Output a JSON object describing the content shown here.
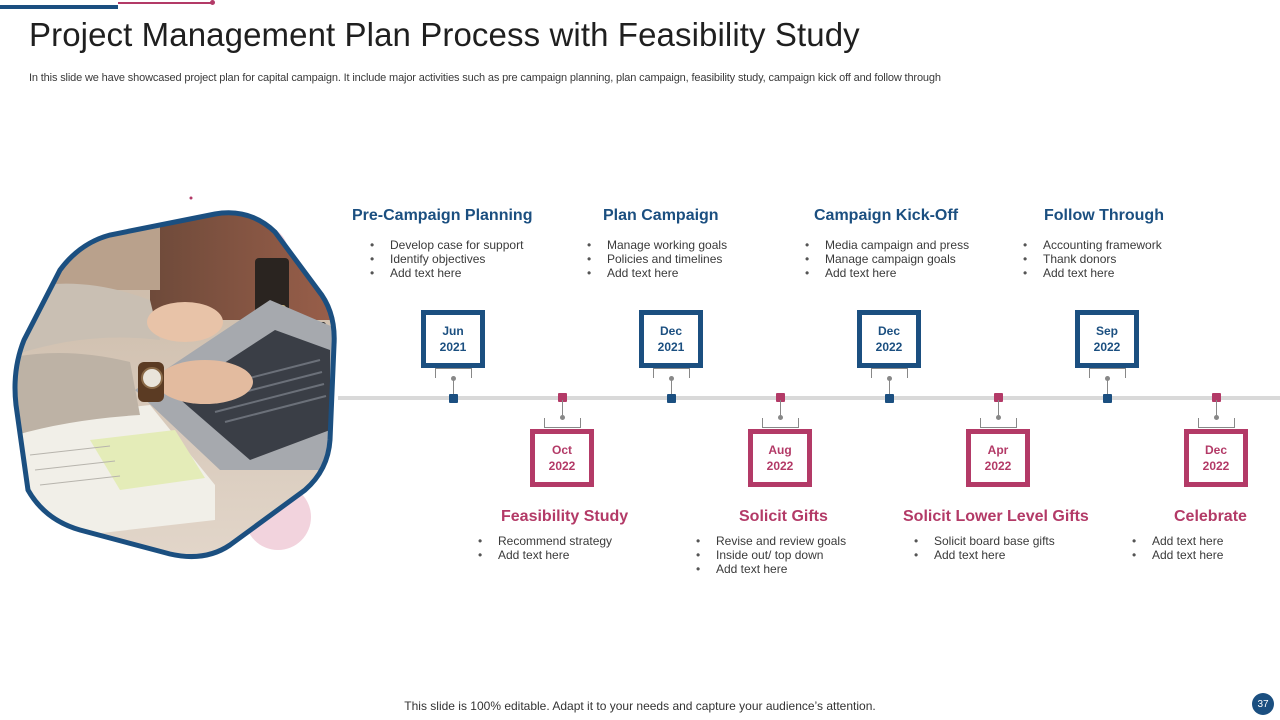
{
  "slide": {
    "title": "Project Management Plan Process with Feasibility Study",
    "subtitle": "In this slide we have showcased project plan for capital campaign. It include major activities such as pre campaign planning, plan campaign, feasibility study, campaign kick off and follow through",
    "footer": "This slide is 100% editable. Adapt it to your needs and capture your audience’s attention.",
    "page_number": "37"
  },
  "colors": {
    "blue": "#1b4f80",
    "pink": "#b33a67",
    "line": "#d9d9d9"
  },
  "top_phases": [
    {
      "title": "Pre-Campaign Planning",
      "month": "Jun",
      "year": "2021",
      "bullets": [
        "Develop case for support",
        "Identify objectives",
        "Add text here"
      ]
    },
    {
      "title": "Plan Campaign",
      "month": "Dec",
      "year": "2021",
      "bullets": [
        "Manage working goals",
        "Policies and timelines",
        "Add text here"
      ]
    },
    {
      "title": "Campaign Kick-Off",
      "month": "Dec",
      "year": "2022",
      "bullets": [
        "Media campaign and press",
        "Manage campaign goals",
        "Add text here"
      ]
    },
    {
      "title": "Follow Through",
      "month": "Sep",
      "year": "2022",
      "bullets": [
        "Accounting framework",
        "Thank donors",
        "Add text here"
      ]
    }
  ],
  "bottom_phases": [
    {
      "title": "Feasibility Study",
      "month": "Oct",
      "year": "2022",
      "bullets": [
        "Recommend strategy",
        "Add text here"
      ]
    },
    {
      "title": "Solicit Gifts",
      "month": "Aug",
      "year": "2022",
      "bullets": [
        "Revise and review goals",
        "Inside out/ top down",
        "Add text here"
      ]
    },
    {
      "title": "Solicit Lower Level Gifts",
      "month": "Apr",
      "year": "2022",
      "bullets": [
        "Solicit board base gifts",
        "Add text here"
      ]
    },
    {
      "title": "Celebrate",
      "month": "Dec",
      "year": "2022",
      "bullets": [
        "Add text here",
        "Add text here"
      ]
    }
  ]
}
